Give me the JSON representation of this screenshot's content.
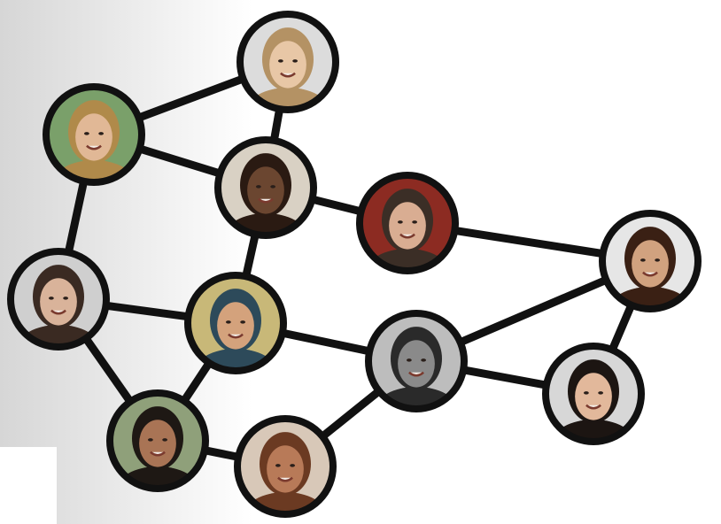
{
  "diagram": {
    "type": "social-network",
    "colors": {
      "edge": "#111111",
      "node_ring": "#111111",
      "background_gradient_start": "#d8d8d8",
      "background": "#ffffff"
    },
    "nodes": [
      {
        "id": "n1",
        "icon": "person-photo",
        "tone": "light-hair-woman",
        "palette": [
          "#dcdcdc",
          "#e8c7a6",
          "#b49264"
        ]
      },
      {
        "id": "n2",
        "icon": "person-photo",
        "tone": "blond-man-outdoors",
        "palette": [
          "#7aa06a",
          "#e1b896",
          "#b08a4a"
        ]
      },
      {
        "id": "n3",
        "icon": "person-photo",
        "tone": "braided-hair-woman",
        "palette": [
          "#d9d1c4",
          "#6b4630",
          "#2a1a12"
        ]
      },
      {
        "id": "n4",
        "icon": "person-photo",
        "tone": "man-glasses-scarf",
        "palette": [
          "#8c2b22",
          "#d9ad92",
          "#3b2e26"
        ]
      },
      {
        "id": "n5",
        "icon": "person-photo",
        "tone": "woman-pink-headband",
        "palette": [
          "#e6e6e6",
          "#d1a27f",
          "#3a2014"
        ]
      },
      {
        "id": "n6",
        "icon": "person-photo",
        "tone": "dark-hair-woman",
        "palette": [
          "#cfcfcf",
          "#d9b39a",
          "#3a2a22"
        ]
      },
      {
        "id": "n7",
        "icon": "person-photo",
        "tone": "smiling-man-glasses",
        "palette": [
          "#c8b878",
          "#d4a27c",
          "#2d4a5a"
        ]
      },
      {
        "id": "n8",
        "icon": "person-photo",
        "tone": "grayscale-man",
        "palette": [
          "#bdbdbd",
          "#8a8a8a",
          "#2a2a2a"
        ]
      },
      {
        "id": "n9",
        "icon": "person-photo",
        "tone": "asian-woman",
        "palette": [
          "#d7d7d7",
          "#e2b89b",
          "#1c1512"
        ]
      },
      {
        "id": "n10",
        "icon": "person-photo",
        "tone": "dark-hair-man",
        "palette": [
          "#8fa07a",
          "#a97455",
          "#1e1814"
        ]
      },
      {
        "id": "n11",
        "icon": "person-photo",
        "tone": "woman-brown-hat",
        "palette": [
          "#d8c8b8",
          "#b87a58",
          "#6b3a22"
        ]
      }
    ],
    "edges": [
      [
        "n1",
        "n2"
      ],
      [
        "n1",
        "n3"
      ],
      [
        "n2",
        "n3"
      ],
      [
        "n2",
        "n6"
      ],
      [
        "n3",
        "n4"
      ],
      [
        "n3",
        "n7"
      ],
      [
        "n4",
        "n5"
      ],
      [
        "n6",
        "n7"
      ],
      [
        "n6",
        "n10"
      ],
      [
        "n7",
        "n10"
      ],
      [
        "n7",
        "n8"
      ],
      [
        "n8",
        "n5"
      ],
      [
        "n8",
        "n9"
      ],
      [
        "n9",
        "n5"
      ],
      [
        "n8",
        "n11"
      ],
      [
        "n10",
        "n11"
      ]
    ]
  }
}
